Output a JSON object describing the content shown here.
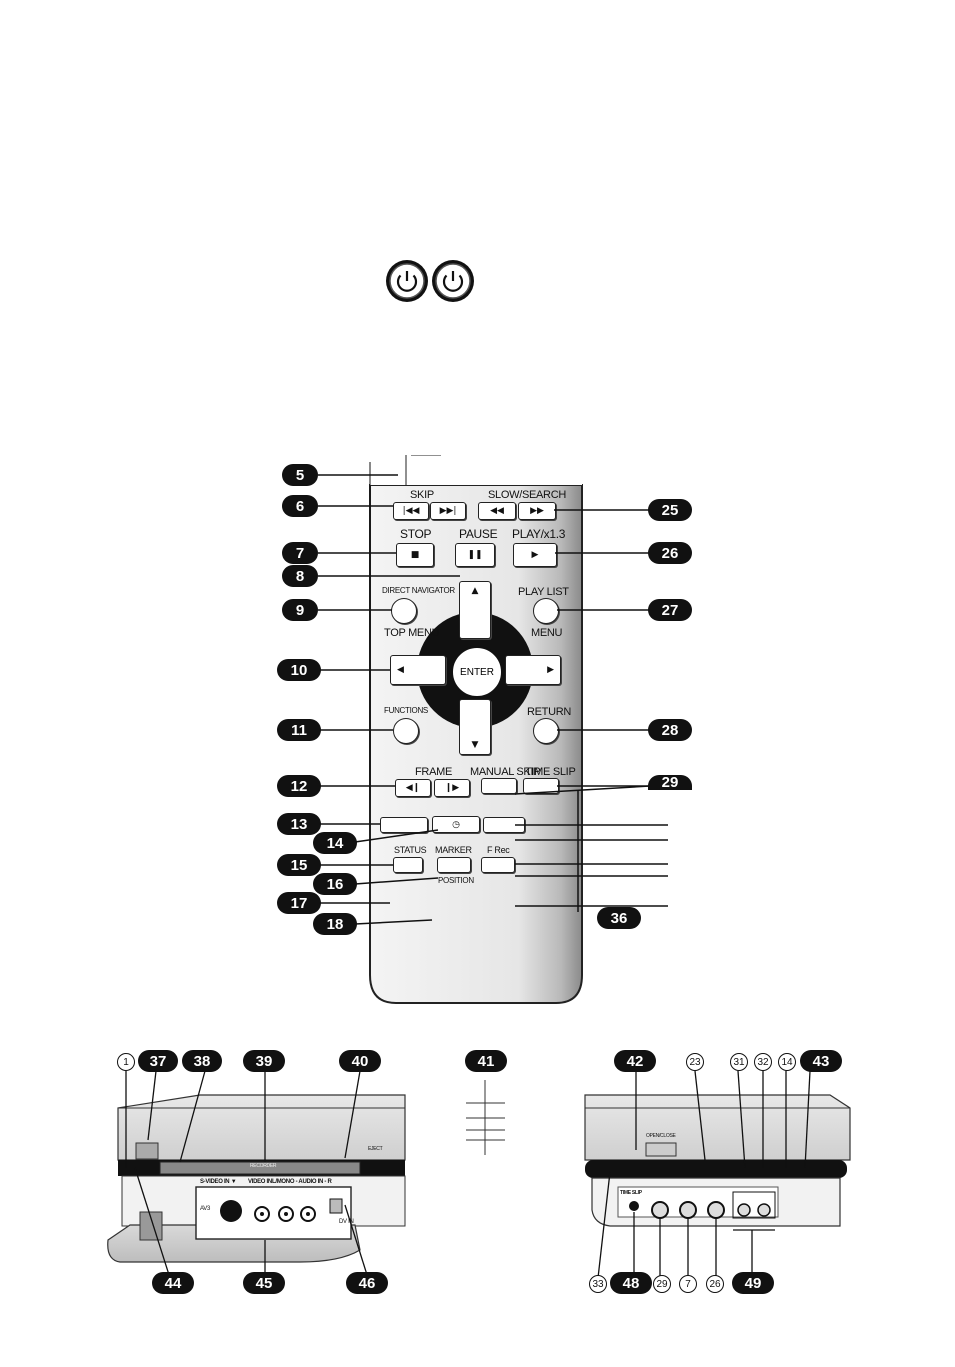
{
  "power": {
    "icon_left": "power-icon",
    "icon_right": "power-icon"
  },
  "remote": {
    "skip_label": "SKIP",
    "slow_search_label": "SLOW/SEARCH",
    "stop_label": "STOP",
    "pause_label": "PAUSE",
    "play_label": "PLAY/x1.3",
    "direct_navigator_label": "DIRECT NAVIGATOR",
    "top_menu_label": "TOP MENU",
    "play_list_label": "PLAY LIST",
    "menu_label": "MENU",
    "enter_label": "ENTER",
    "functions_label": "FUNCTIONS",
    "return_label": "RETURN",
    "frame_label": "FRAME",
    "manual_skip_label": "MANUAL SKIP",
    "time_slip_label": "TIME SLIP",
    "status_label": "STATUS",
    "marker_label": "MARKER",
    "position_label": "POSITION",
    "frec_label": "F Rec"
  },
  "callouts_left": [
    "5",
    "6",
    "7",
    "8",
    "9",
    "10",
    "11",
    "12",
    "13",
    "14",
    "15",
    "16",
    "17",
    "18"
  ],
  "callouts_right": [
    "25",
    "26",
    "27",
    "28",
    "29",
    "36"
  ],
  "deck": {
    "top_filled": [
      "37",
      "38",
      "39",
      "40",
      "41",
      "42",
      "43"
    ],
    "top_circled": [
      "1",
      "23",
      "31",
      "32",
      "14"
    ],
    "bottom_filled": [
      "44",
      "45",
      "46",
      "48",
      "49"
    ],
    "bottom_circled": [
      "33",
      "29",
      "7",
      "26"
    ],
    "panel_labels": {
      "svideo": "S-VIDEO IN ▼",
      "videoin": "VIDEO IN",
      "audioin": "L/MONO - AUDIO IN - R",
      "av": "AV3",
      "dvin": "DV IN",
      "openclose": "OPEN/CLOSE",
      "timeslip": "TIME SLIP",
      "eject": "EJECT",
      "ramdisk": "RECORDER"
    }
  }
}
